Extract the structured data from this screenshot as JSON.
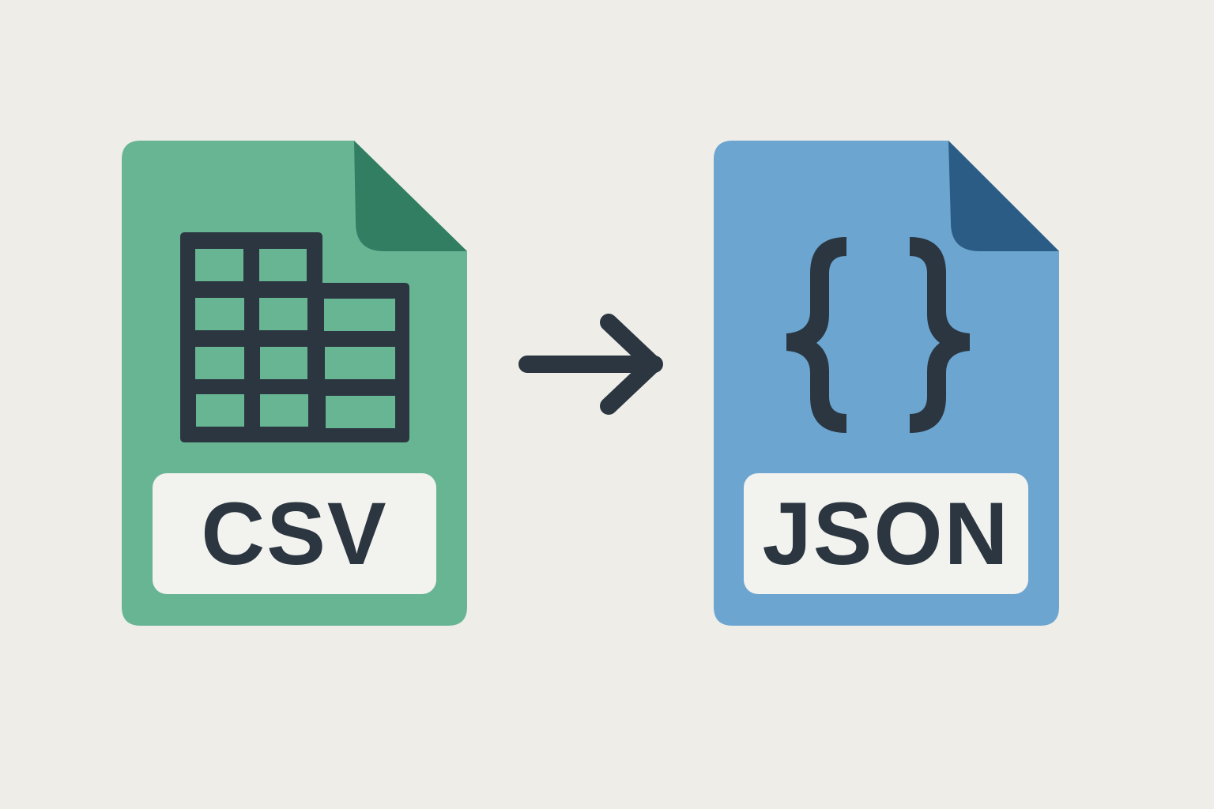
{
  "scene": {
    "background_color": "#eeede8",
    "description": "CSV to JSON conversion illustration"
  },
  "source_file": {
    "label": "CSV",
    "icon": "table-grid-icon",
    "body_color": "#68b594",
    "fold_color": "#317e62"
  },
  "conversion_arrow": {
    "icon": "arrow-right-icon",
    "color": "#2b3640"
  },
  "target_file": {
    "label": "JSON",
    "icon": "curly-braces-icon",
    "body_color": "#6ba5d0",
    "fold_color": "#2b5c85"
  },
  "ink_color": "#2b3640",
  "label_background": "#f2f2ef"
}
